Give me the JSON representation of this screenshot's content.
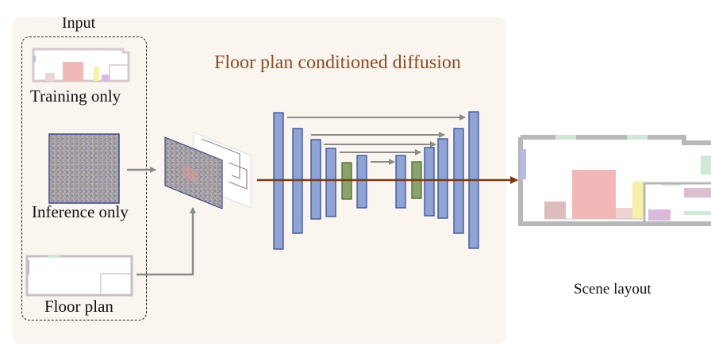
{
  "diagram": {
    "title": "Floor plan conditioned diffusion",
    "input_label": "Input",
    "training_label": "Training only",
    "inference_label": "Inference only",
    "floorplan_label": "Floor plan",
    "output_label": "Scene layout"
  },
  "colors": {
    "panel_bg": "#fbf5f0",
    "title_color": "#8a4a22",
    "unet_block_fill": "#8fa3d4",
    "unet_block_stroke": "#36508f",
    "bottleneck_fill": "#88a46a",
    "bottleneck_stroke": "#4a6a3a",
    "main_arrow": "#7a3a18",
    "skip_arrow": "#8a8a8a",
    "wall": "#b8b8b8",
    "furniture_pink": "#f2b8b8",
    "furniture_yellow": "#f6f0a8",
    "furniture_purple": "#dcb8dc",
    "door_green": "#cfe8d8",
    "window_blue": "#b8b8f0"
  }
}
